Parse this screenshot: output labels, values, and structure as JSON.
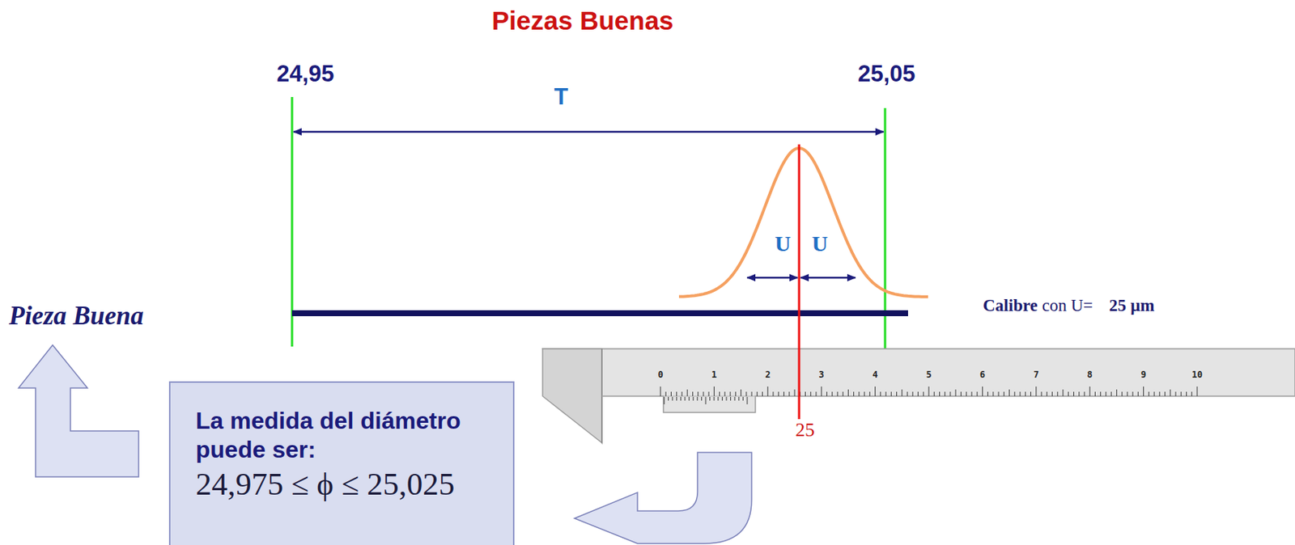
{
  "diagram": {
    "title": "Piezas Buenas",
    "nodes": [
      {
        "text": [
          "La medida del diámetro puede ser:",
          "24,975 ≤ ϕ ≤ 25,025"
        ]
      }
    ],
    "labels": [
      "24,95",
      "25,05",
      "T",
      "U",
      "U",
      "Calibre",
      "con U=",
      "25 µm",
      "0",
      "1",
      "2",
      "3",
      "4",
      "5",
      "6",
      "7",
      "8",
      "9",
      "10",
      "25",
      "Pieza Buena"
    ]
  }
}
